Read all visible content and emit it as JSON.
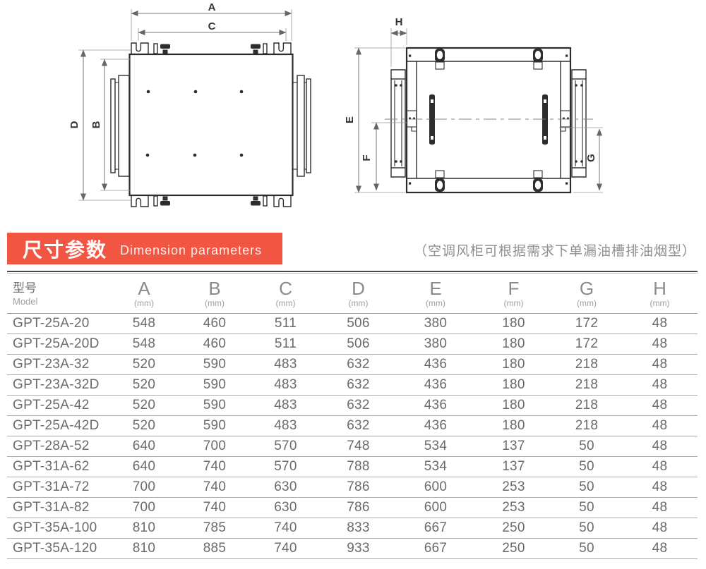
{
  "banner": {
    "title_zh": "尺寸参数",
    "title_en": "Dimension parameters",
    "accent_color": "#f15642",
    "note": "（空调风柜可根据需求下单漏油槽排油烟型）"
  },
  "drawings": {
    "labels": {
      "A": "A",
      "B": "B",
      "C": "C",
      "D": "D",
      "E": "E",
      "F": "F",
      "G": "G",
      "H": "H"
    }
  },
  "table": {
    "col_model": {
      "zh": "型号",
      "en": "Model"
    },
    "unit": "(mm)",
    "columns": [
      "A",
      "B",
      "C",
      "D",
      "E",
      "F",
      "G",
      "H"
    ],
    "rows": [
      {
        "model": "GPT-25A-20",
        "values": [
          "548",
          "460",
          "511",
          "506",
          "380",
          "180",
          "172",
          "48"
        ]
      },
      {
        "model": "GPT-25A-20D",
        "values": [
          "548",
          "460",
          "511",
          "506",
          "380",
          "180",
          "172",
          "48"
        ]
      },
      {
        "model": "GPT-23A-32",
        "values": [
          "520",
          "590",
          "483",
          "632",
          "436",
          "180",
          "218",
          "48"
        ]
      },
      {
        "model": "GPT-23A-32D",
        "values": [
          "520",
          "590",
          "483",
          "632",
          "436",
          "180",
          "218",
          "48"
        ]
      },
      {
        "model": "GPT-25A-42",
        "values": [
          "520",
          "590",
          "483",
          "632",
          "436",
          "180",
          "218",
          "48"
        ]
      },
      {
        "model": "GPT-25A-42D",
        "values": [
          "520",
          "590",
          "483",
          "632",
          "436",
          "180",
          "218",
          "48"
        ]
      },
      {
        "model": "GPT-28A-52",
        "values": [
          "640",
          "700",
          "570",
          "748",
          "534",
          "137",
          "50",
          "48"
        ]
      },
      {
        "model": "GPT-31A-62",
        "values": [
          "640",
          "740",
          "570",
          "788",
          "534",
          "137",
          "50",
          "48"
        ]
      },
      {
        "model": "GPT-31A-72",
        "values": [
          "700",
          "740",
          "630",
          "786",
          "600",
          "253",
          "50",
          "48"
        ]
      },
      {
        "model": "GPT-31A-82",
        "values": [
          "700",
          "740",
          "630",
          "786",
          "600",
          "253",
          "50",
          "48"
        ]
      },
      {
        "model": "GPT-35A-100",
        "values": [
          "810",
          "785",
          "740",
          "833",
          "667",
          "250",
          "50",
          "48"
        ]
      },
      {
        "model": "GPT-35A-120",
        "values": [
          "810",
          "885",
          "740",
          "933",
          "667",
          "250",
          "50",
          "48"
        ]
      }
    ]
  }
}
